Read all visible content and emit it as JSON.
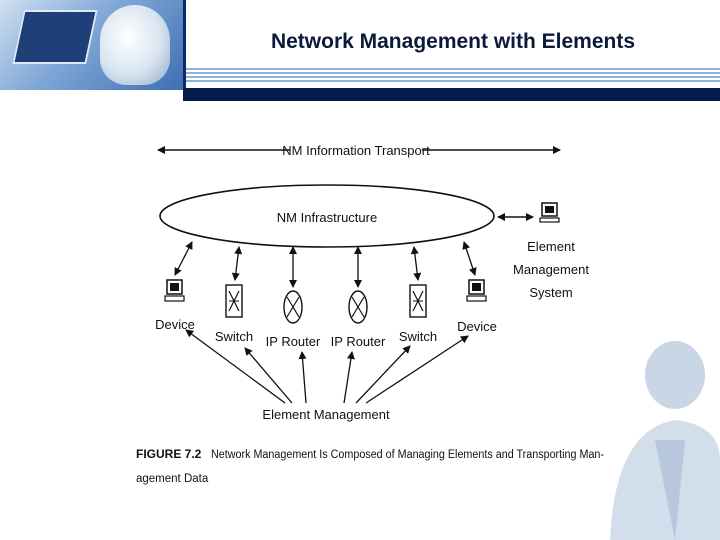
{
  "slide": {
    "title": "Network Management with Elements"
  },
  "diagram": {
    "transport_label": "NM Information Transport",
    "infrastructure_label": "NM Infrastructure",
    "ems_lines": [
      "Element",
      "Management",
      "System"
    ],
    "nodes": [
      {
        "type": "device",
        "label": "Device"
      },
      {
        "type": "switch",
        "label": "Switch"
      },
      {
        "type": "router",
        "label": "IP Router"
      },
      {
        "type": "router",
        "label": "IP Router"
      },
      {
        "type": "switch",
        "label": "Switch"
      },
      {
        "type": "device",
        "label": "Device"
      }
    ],
    "element_management_label": "Element Management",
    "caption": {
      "number": "FIGURE 7.2",
      "line1": "Network Management Is Composed of Managing Elements and Transporting Man-",
      "line2": "agement Data"
    }
  }
}
